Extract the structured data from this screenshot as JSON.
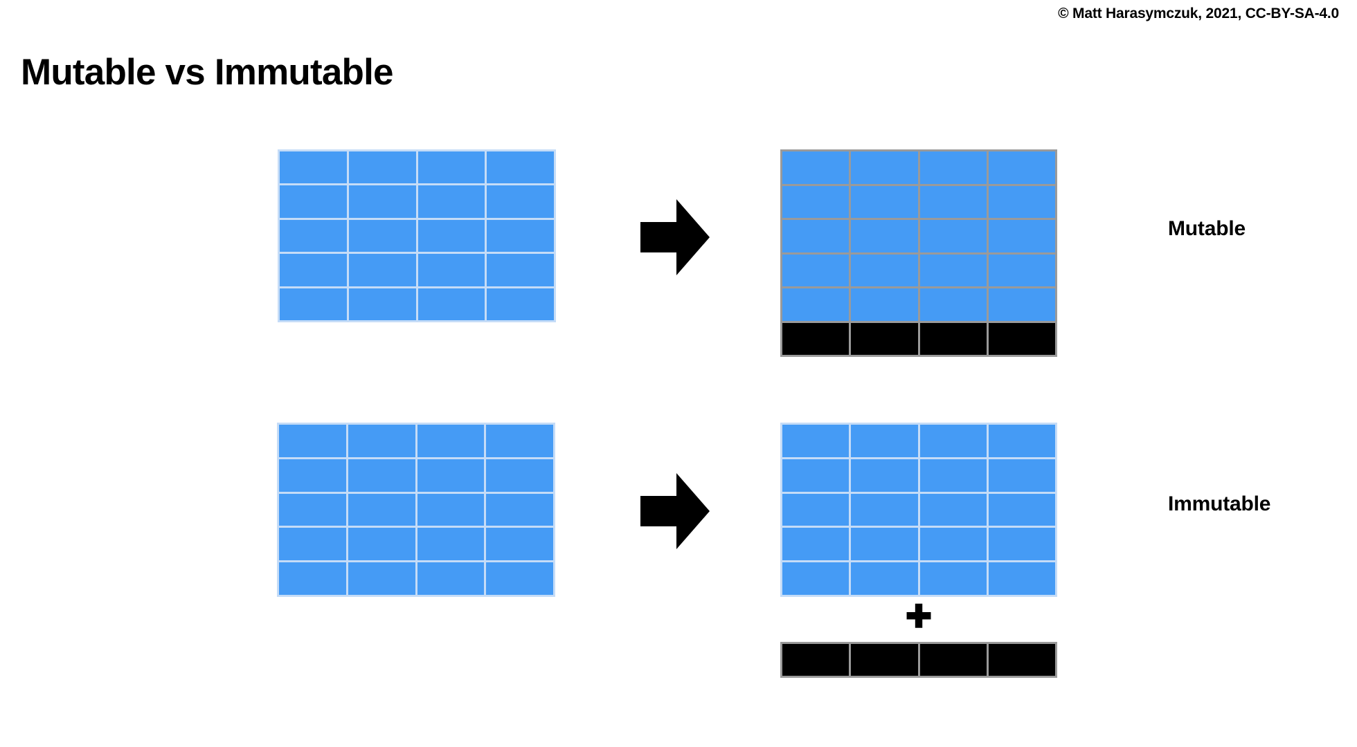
{
  "slide": {
    "title": "Mutable vs Immutable",
    "copyright": "© Matt Harasymczuk, 2021, CC-BY-SA-4.0",
    "background_color": "#ffffff"
  },
  "colors": {
    "block_blue": "#459bf5",
    "block_black": "#000000",
    "grid_line_blue": "#c5dcf7",
    "grid_line_gray": "#9a9a9a",
    "text": "#000000"
  },
  "rows": [
    {
      "label": "Mutable",
      "before": {
        "name": "mutable-before-grid",
        "columns": 4,
        "rows": 5,
        "cells": [
          "blue",
          "blue",
          "blue",
          "blue",
          "blue",
          "blue",
          "blue",
          "blue",
          "blue",
          "blue",
          "blue",
          "blue",
          "blue",
          "blue",
          "blue",
          "blue",
          "blue",
          "blue",
          "blue",
          "blue"
        ]
      },
      "transition_icon": "right-arrow-icon",
      "after": {
        "name": "mutable-after-grid",
        "columns": 4,
        "rows": 6,
        "cells": [
          "blue",
          "blue",
          "blue",
          "blue",
          "blue",
          "blue",
          "blue",
          "blue",
          "blue",
          "blue",
          "blue",
          "blue",
          "blue",
          "blue",
          "blue",
          "blue",
          "blue",
          "blue",
          "blue",
          "blue",
          "black",
          "black",
          "black",
          "black"
        ]
      },
      "has_plus": false,
      "plus_symbol": "",
      "extra_strip": null
    },
    {
      "label": "Immutable",
      "before": {
        "name": "immutable-before-grid",
        "columns": 4,
        "rows": 5,
        "cells": [
          "blue",
          "blue",
          "blue",
          "blue",
          "blue",
          "blue",
          "blue",
          "blue",
          "blue",
          "blue",
          "blue",
          "blue",
          "blue",
          "blue",
          "blue",
          "blue",
          "blue",
          "blue",
          "blue",
          "blue"
        ]
      },
      "transition_icon": "right-arrow-icon",
      "after": {
        "name": "immutable-after-grid",
        "columns": 4,
        "rows": 5,
        "cells": [
          "blue",
          "blue",
          "blue",
          "blue",
          "blue",
          "blue",
          "blue",
          "blue",
          "blue",
          "blue",
          "blue",
          "blue",
          "blue",
          "blue",
          "blue",
          "blue",
          "blue",
          "blue",
          "blue",
          "blue"
        ]
      },
      "has_plus": true,
      "plus_symbol": "✚",
      "extra_strip": {
        "name": "immutable-new-block-strip",
        "columns": 4,
        "cells": [
          "black",
          "black",
          "black",
          "black"
        ]
      }
    }
  ]
}
